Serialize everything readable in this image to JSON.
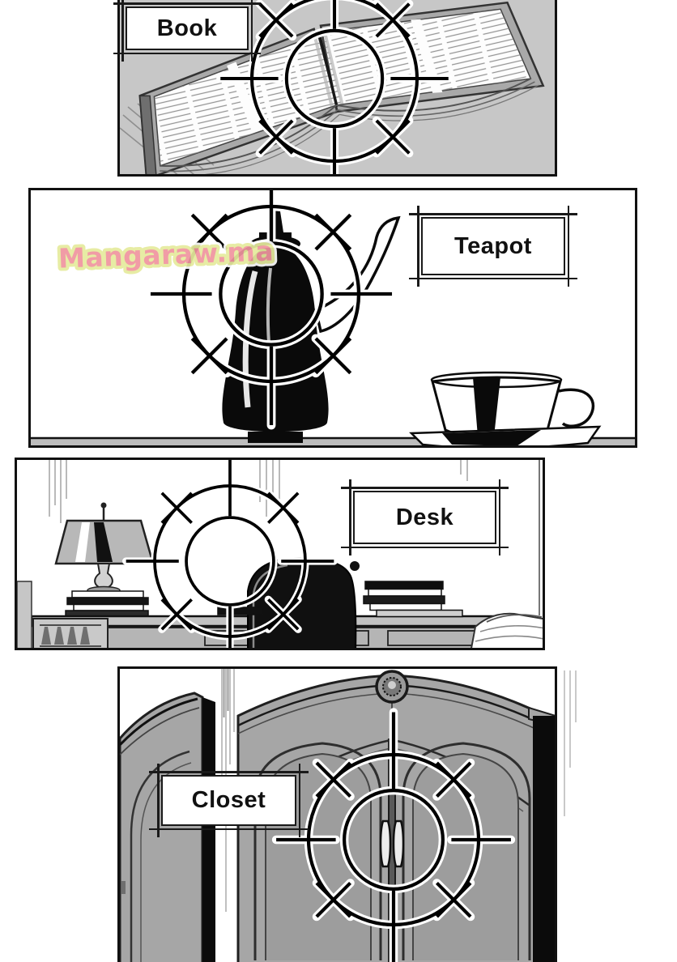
{
  "page": {
    "background": "#ffffff"
  },
  "watermark": {
    "text": "Mangaraw.ma",
    "fill": "#f0949f",
    "outline": "#e6eb9d",
    "halo": "#ffffff"
  },
  "panels": {
    "book": {
      "label": "Book"
    },
    "teapot": {
      "label": "Teapot"
    },
    "desk": {
      "label": "Desk"
    },
    "closet": {
      "label": "Closet"
    }
  },
  "colors": {
    "panel_border": "#111111",
    "reticle_ink": "#000000",
    "reticle_casing": "#ffffff",
    "book_panel_bg": "#c7c7c7",
    "book_cover": "#a9a9a9",
    "shelf_grey": "#bdbdbd",
    "furniture_grey": "#b5b5b5",
    "closet_grey": "#a6a6a6",
    "label_bg": "#ffffff",
    "label_line": "#1a1a1a"
  }
}
